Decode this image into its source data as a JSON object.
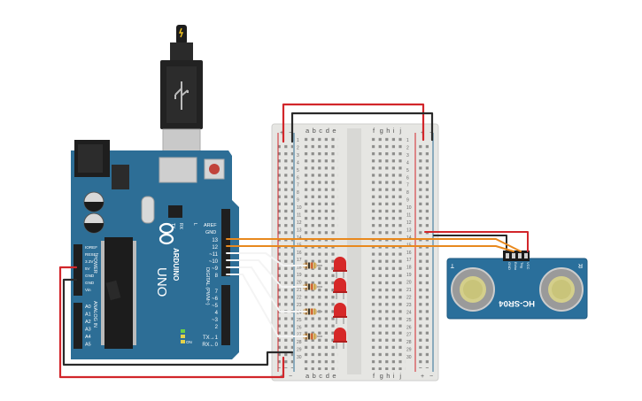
{
  "board": {
    "brand": "ARDUINO",
    "model": "UNO",
    "reset_label": "RESET",
    "power_section_label": "POWER",
    "analog_section_label": "ANALOG IN",
    "digital_section_label": "DIGITAL (PWM~)",
    "on_label": "ON",
    "aref_label": "AREF",
    "gnd_label": "GND",
    "tx_label": "TX",
    "rx_label": "RX",
    "l_label": "L",
    "txd_label": "TX→1",
    "rxd_label": "RX←0",
    "power_pins": [
      "IOREF",
      "RESET",
      "3.3V",
      "5V",
      "GND",
      "GND",
      "Vin"
    ],
    "analog_pins": [
      "A0",
      "A1",
      "A2",
      "A3",
      "A4",
      "A5"
    ],
    "digital_pins_top": [
      "13",
      "12",
      "~11",
      "~10",
      "~9",
      "8"
    ],
    "digital_pins_bottom": [
      "7",
      "~6",
      "~5",
      "4",
      "~3",
      "2"
    ]
  },
  "breadboard": {
    "columns_left": [
      "a",
      "b",
      "c",
      "d",
      "e"
    ],
    "columns_right": [
      "f",
      "g",
      "h",
      "i",
      "j"
    ],
    "plus_label": "+",
    "minus_label": "−",
    "row_count": 30
  },
  "sensor": {
    "model": "HC-SR04",
    "pins": [
      "VCC",
      "Trig",
      "Echo",
      "GND"
    ],
    "left_mark": "T",
    "right_mark": "R"
  },
  "colors": {
    "board_blue": "#2d6e96",
    "breadboard": "#e6e6e3",
    "wire_red": "#d2262b",
    "wire_black": "#2a2a2a",
    "wire_orange": "#e8891e",
    "wire_white": "#f4f4f4",
    "led_red": "#d62828"
  }
}
